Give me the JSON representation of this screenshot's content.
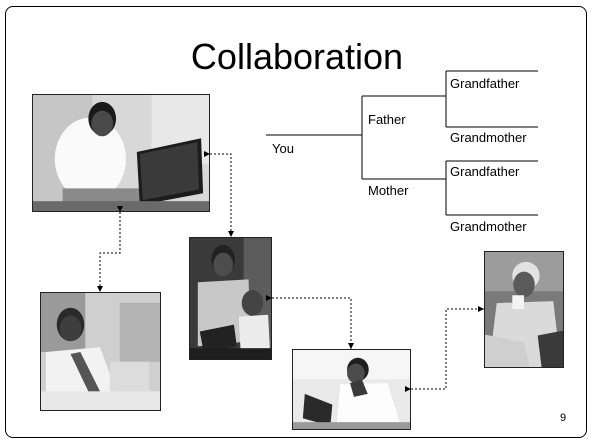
{
  "slide": {
    "title": "Collaboration",
    "page_number": "9"
  },
  "family_tree": {
    "you": "You",
    "father": "Father",
    "mother": "Mother",
    "paternal_grandfather": "Grandfather",
    "paternal_grandmother": "Grandmother",
    "maternal_grandfather": "Grandfather",
    "maternal_grandmother": "Grandmother"
  },
  "photos": [
    {
      "subject": "woman-with-laptop"
    },
    {
      "subject": "man-with-laptop"
    },
    {
      "subject": "father-with-child"
    },
    {
      "subject": "woman-at-laptop"
    },
    {
      "subject": "elderly-woman-with-cup"
    }
  ]
}
